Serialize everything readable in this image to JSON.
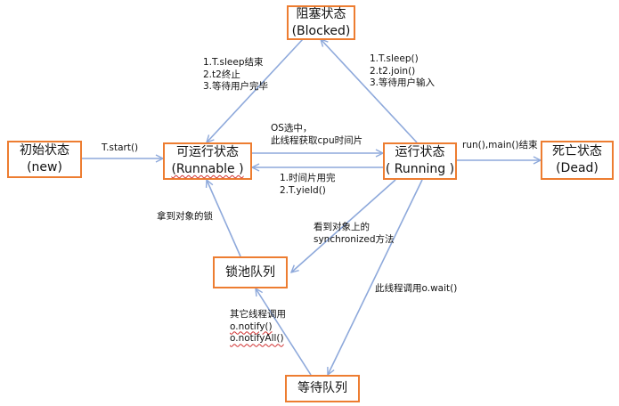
{
  "nodes": {
    "blocked": {
      "line1": "阻塞状态",
      "line2": "(Blocked)"
    },
    "new": {
      "line1": "初始状态",
      "line2": "(new)"
    },
    "runnable": {
      "line1": "可运行状态",
      "line2": "(Runnable )"
    },
    "running": {
      "line1": "运行状态",
      "line2": "( Running )"
    },
    "dead": {
      "line1": "死亡状态",
      "line2": "(Dead)"
    },
    "lock_pool": {
      "line1": "锁池队列"
    },
    "wait_queue": {
      "line1": "等待队列"
    }
  },
  "labels": {
    "blocked_to_runnable": [
      "1.T.sleep结束",
      "2.t2终止",
      "3.等待用户完毕"
    ],
    "running_to_blocked": [
      "1.T.sleep()",
      "2.t2.join()",
      "3.等待用户输入"
    ],
    "new_to_runnable": "T.start()",
    "runnable_to_running": [
      "OS选中，",
      "此线程获取cpu时间片"
    ],
    "running_to_runnable": [
      "1.时间片用完",
      "2.T.yield()"
    ],
    "running_to_dead": "run(),main()结束",
    "lockpool_to_runnable": "拿到对象的锁",
    "running_to_lockpool": [
      "看到对象上的",
      "synchronized方法"
    ],
    "running_to_wait": "此线程调用o.wait()",
    "wait_to_lockpool": [
      "其它线程调用",
      "o.notify()",
      "o.notifyAll()"
    ]
  },
  "colors": {
    "node_border": "#ED7D31",
    "arrow": "#8EA9DB",
    "text": "#111111"
  }
}
